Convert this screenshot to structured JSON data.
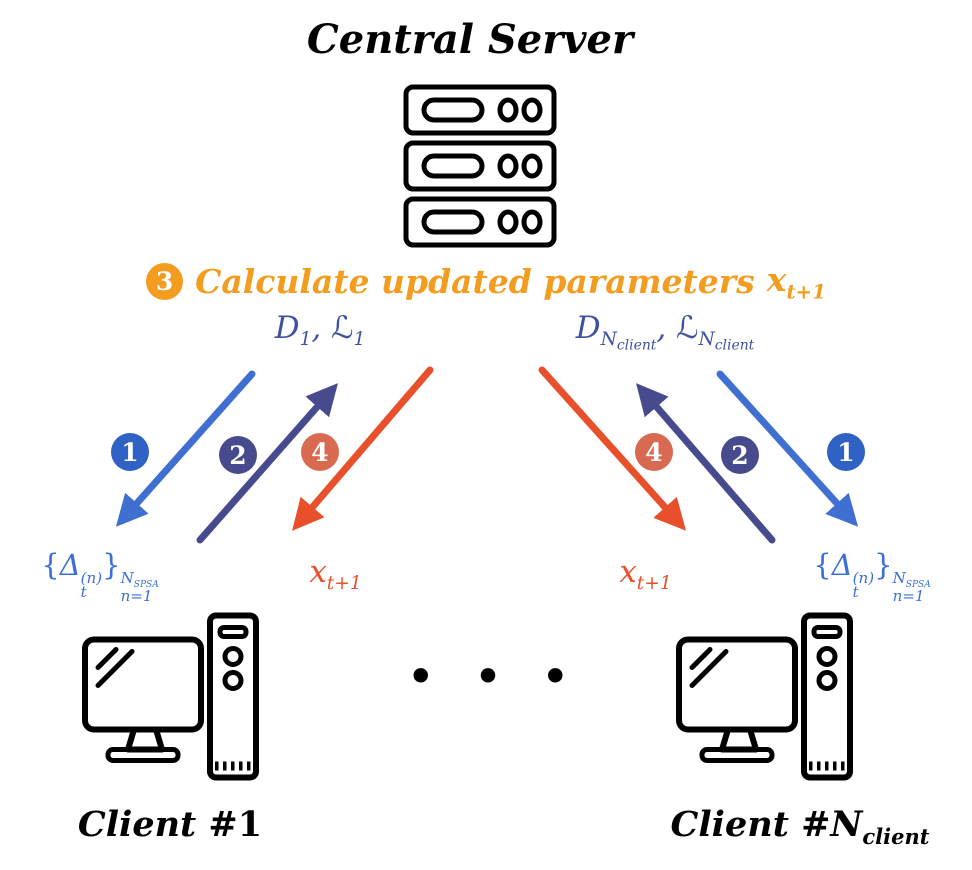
{
  "title": "Central Server",
  "steps": {
    "one": "1",
    "two": "2",
    "three": "3",
    "four": "4"
  },
  "caption3": {
    "text": "Calculate updated parameters",
    "var": "x",
    "var_sub": "t+1"
  },
  "labels": {
    "d1": {
      "D": "D",
      "d_sub": "1",
      "sep": ", ",
      "L": "ℒ",
      "l_sub": "1"
    },
    "dn": {
      "D": "D",
      "sub_main": "N",
      "sub_sub": "client",
      "sep": ", ",
      "L": "ℒ",
      "lsub_main": "N",
      "lsub_sub": "client"
    },
    "delta": {
      "open": "{",
      "sym": "Δ",
      "sup": "(n)",
      "sub": "t",
      "close": "}",
      "lower": "n=1",
      "upper": "N",
      "upper_sub": "SPSA"
    },
    "xnext": {
      "var": "x",
      "sub": "t+1"
    }
  },
  "clients": {
    "left": {
      "name": "Client",
      "number": "#1"
    },
    "right": {
      "name": "Client",
      "hash": "#",
      "number": "N",
      "number_sub": "client"
    }
  },
  "dots": [
    "•",
    "•",
    "•"
  ],
  "colors": {
    "blue_arrow": "#3f6fd0",
    "blue_badge": "#2f62c4",
    "blue_text": "#3a6fd8",
    "indigo_label": "#3f519f",
    "purple": "#474b8e",
    "red": "#e8502c",
    "salmon_badge": "#d96a52",
    "orange": "#f29d1f",
    "black": "#000000"
  }
}
